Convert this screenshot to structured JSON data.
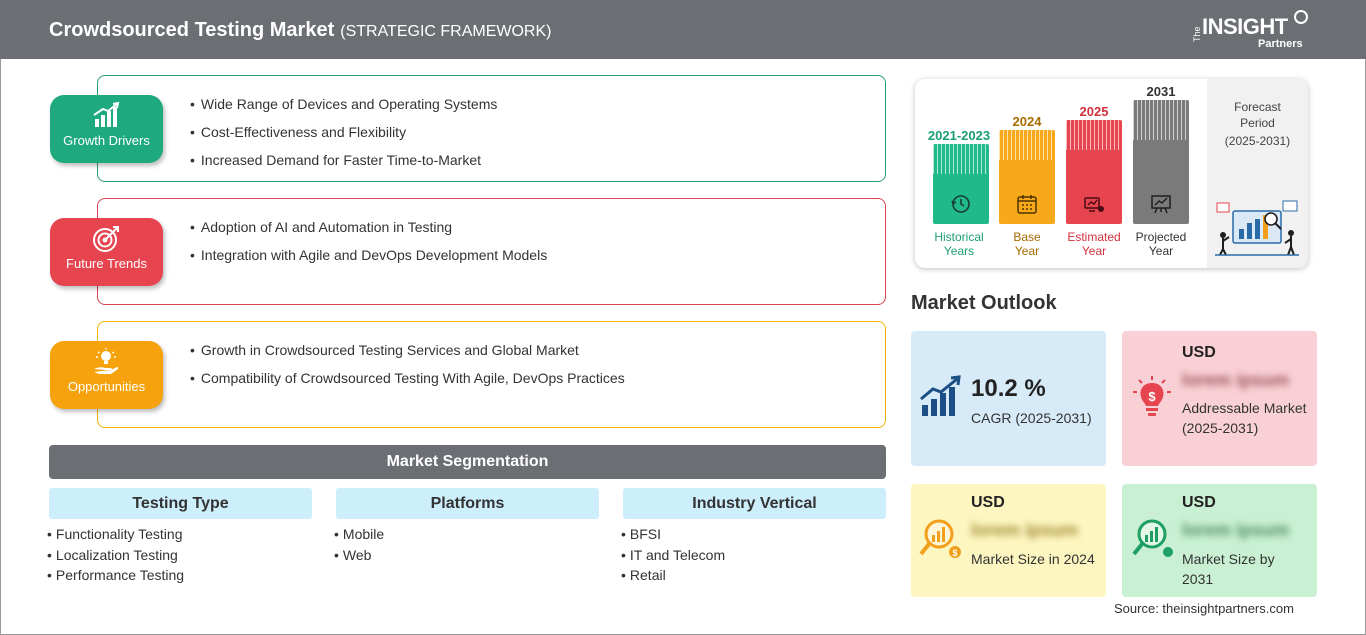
{
  "header": {
    "title": "Crowdsourced Testing Market",
    "subtitle": "(STRATEGIC FRAMEWORK)",
    "logo_prefix": "The",
    "logo_main": "INSIGHT",
    "logo_sub": "Partners"
  },
  "factors": [
    {
      "label": "Growth Drivers",
      "icon": "growth-chart-icon",
      "color": "#1fa97e",
      "items": [
        "Wide Range of Devices and Operating Systems",
        "Cost-Effectiveness and Flexibility",
        "Increased Demand for Faster Time-to-Market"
      ]
    },
    {
      "label": "Future Trends",
      "icon": "target-icon",
      "color": "#e6444f",
      "items": [
        "Adoption of AI and Automation in Testing",
        "Integration with Agile and DevOps Development Models"
      ]
    },
    {
      "label": "Opportunities",
      "icon": "lightbulb-hand-icon",
      "color": "#f5a20d",
      "items": [
        "Growth in Crowdsourced Testing Services and Global Market",
        "Compatibility of Crowdsourced Testing With Agile, DevOps Practices"
      ]
    }
  ],
  "segmentation": {
    "title": "Market Segmentation",
    "columns": [
      {
        "heading": "Testing Type",
        "items": [
          "Functionality Testing",
          "Localization Testing",
          "Performance Testing"
        ]
      },
      {
        "heading": "Platforms",
        "items": [
          "Mobile",
          "Web"
        ]
      },
      {
        "heading": "Industry Vertical",
        "items": [
          "BFSI",
          "IT and Telecom",
          "Retail"
        ]
      }
    ]
  },
  "timeline": {
    "periods": [
      {
        "year": "2021-2023",
        "label_line1": "Historical",
        "label_line2": "Years",
        "color": "#1fb98a",
        "icon": "history-icon"
      },
      {
        "year": "2024",
        "label_line1": "Base",
        "label_line2": "Year",
        "color": "#f7a81b",
        "icon": "calendar-icon"
      },
      {
        "year": "2025",
        "label_line1": "Estimated",
        "label_line2": "Year",
        "color": "#e6444f",
        "icon": "estimate-icon"
      },
      {
        "year": "2031",
        "label_line1": "Projected",
        "label_line2": "Year",
        "color": "#7a7a7a",
        "icon": "projection-board-icon"
      }
    ],
    "forecast_line1": "Forecast",
    "forecast_line2": "Period",
    "forecast_line3": "(2025-2031)"
  },
  "outlook": {
    "title": "Market Outlook",
    "cagr_value": "10.2 %",
    "cagr_label": "CAGR (2025-2031)",
    "addressable": {
      "currency": "USD",
      "value": "lorem ipsum",
      "label": "Addressable Market (2025-2031)"
    },
    "size_2024": {
      "currency": "USD",
      "value": "lorem ipsum",
      "label": "Market Size in 2024"
    },
    "size_2031": {
      "currency": "USD",
      "value": "lorem ipsum",
      "label": "Market Size by 2031"
    }
  },
  "source": "Source: theinsightpartners.com"
}
